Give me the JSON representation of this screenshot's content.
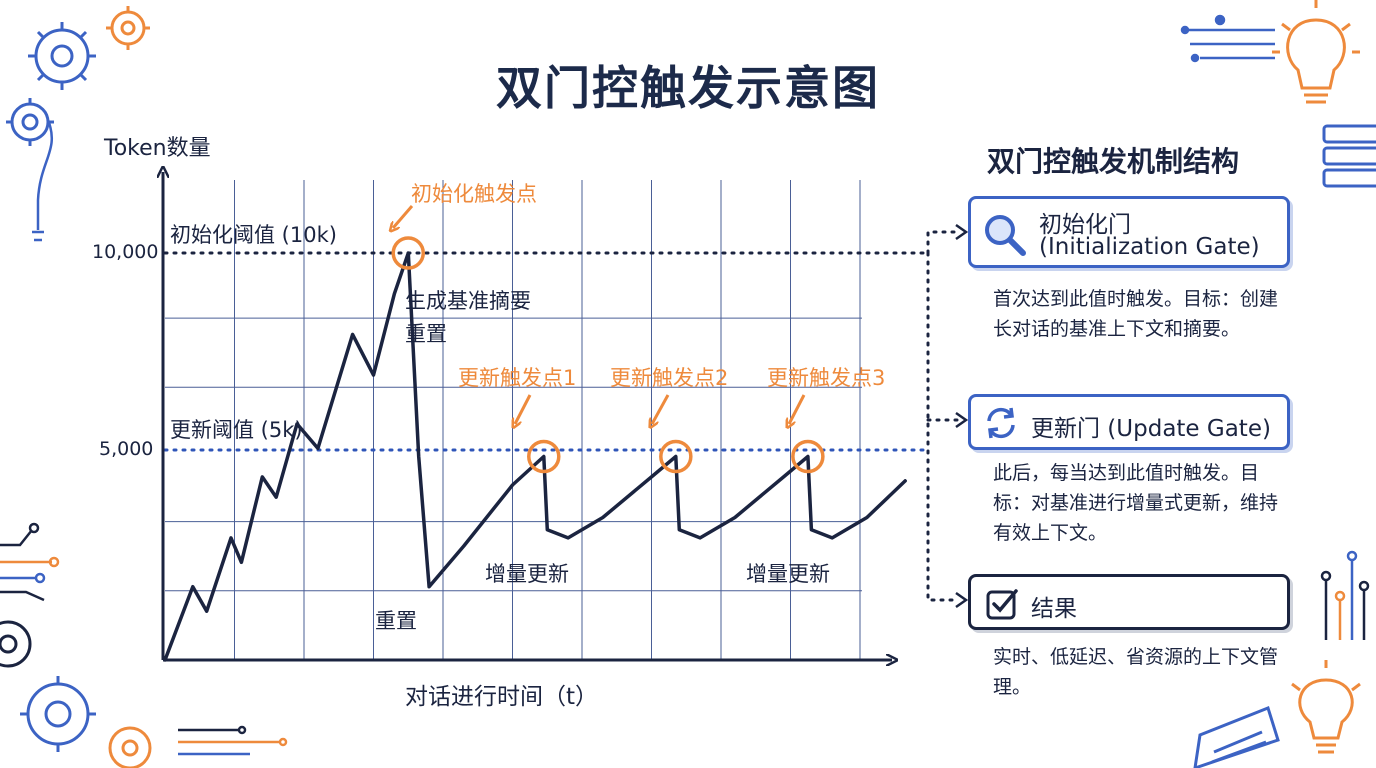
{
  "title": "双门控触发示意图",
  "chart": {
    "y_axis_label": "Token数量",
    "x_axis_label": "对话进行时间（t）",
    "y_ticks": [
      "10,000",
      "5,000"
    ],
    "init_threshold_label": "初始化阈值 (10k)",
    "update_threshold_label": "更新阈值 (5k)",
    "init_trigger_label": "初始化触发点",
    "update_trigger_labels": [
      "更新触发点1",
      "更新触发点2",
      "更新触发点3"
    ],
    "annotations": {
      "baseline_line1": "生成基准摘要",
      "baseline_line2": "重置",
      "reset": "重置",
      "incremental_1": "增量更新",
      "incremental_3": "增量更新"
    },
    "colors": {
      "line": "#1b2440",
      "grid": "#4a5f96",
      "highlight": "#ee8a3c",
      "threshold": "#2f55b8"
    }
  },
  "chart_data": {
    "type": "line",
    "ylabel": "Token数量",
    "xlabel": "对话进行时间（t）",
    "ylim": [
      0,
      12000
    ],
    "y_ticks": [
      5000,
      10000
    ],
    "grid": true,
    "thresholds": [
      {
        "label": "初始化阈值 (10k)",
        "value": 10000
      },
      {
        "label": "更新阈值 (5k)",
        "value": 5000
      }
    ],
    "series": [
      {
        "x": [
          0,
          0.4,
          0.6,
          0.95,
          1.1,
          1.4,
          1.6,
          1.9,
          2.2,
          2.7,
          3.0,
          3.3,
          3.5,
          3.65,
          3.8,
          4.3,
          5.0,
          5.45,
          5.5,
          5.8,
          6.3,
          7.0,
          7.35,
          7.4,
          7.7,
          8.2,
          8.9,
          9.25,
          9.3,
          9.6,
          10.1,
          10.65
        ],
        "y": [
          0,
          1800,
          1200,
          3000,
          2400,
          4500,
          4000,
          5800,
          5200,
          8000,
          7000,
          9000,
          10000,
          5000,
          1800,
          2800,
          4300,
          5000,
          3200,
          3000,
          3500,
          4500,
          5000,
          3200,
          3000,
          3500,
          4500,
          5000,
          3200,
          3000,
          3500,
          4400
        ]
      }
    ],
    "trigger_points": [
      {
        "label": "初始化触发点",
        "x": 3.5,
        "y": 10000
      },
      {
        "label": "更新触发点1",
        "x": 5.45,
        "y": 5000
      },
      {
        "label": "更新触发点2",
        "x": 7.35,
        "y": 5000
      },
      {
        "label": "更新触发点3",
        "x": 9.25,
        "y": 5000
      }
    ]
  },
  "panel": {
    "title": "双门控触发机制结构",
    "gates": [
      {
        "icon": "magnifier-icon",
        "name_line1": "初始化门",
        "name_line2": "(Initialization Gate)",
        "desc": "首次达到此值时触发。目标：创建长对话的基准上下文和摘要。"
      },
      {
        "icon": "refresh-icon",
        "name_line1": "更新门 (Update Gate)",
        "desc": "此后，每当达到此值时触发。目标：对基准进行增量式更新，维持有效上下文。"
      },
      {
        "icon": "checkbox-icon",
        "name_line1": "结果",
        "desc": "实时、低延迟、省资源的上下文管理。"
      }
    ]
  }
}
